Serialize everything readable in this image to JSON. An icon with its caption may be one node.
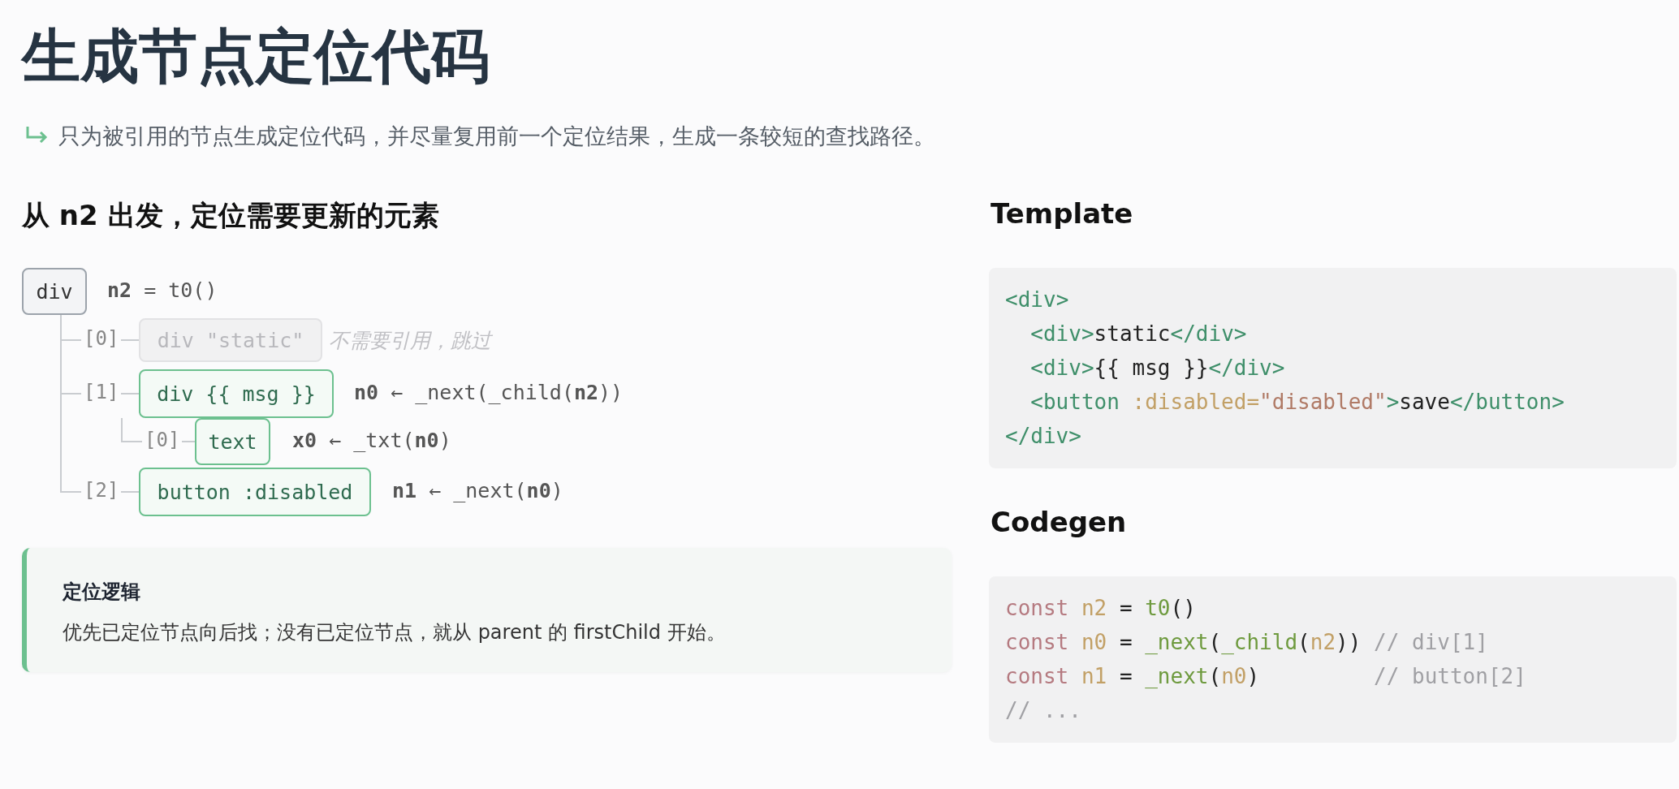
{
  "diagram": {
    "title": "生成节点定位代码",
    "nodes": [
      {
        "text": [
          "div"
        ],
        "beside": [
          "**n2** = t0()"
        ]
      },
      {
        "text": [
          "div \"static\""
        ],
        "beside": [
          "不需要引用，跳过"
        ]
      },
      {
        "text": [
          "div {{ msg }}"
        ],
        "beside": [
          "**n0** ← _next(_child(**n2**))"
        ]
      },
      {
        "text": [
          "text"
        ],
        "beside": [
          "**x0** ← _txt(**n0**)"
        ]
      },
      {
        "text": [
          "button :disabled"
        ],
        "beside": [
          "**n1** ← _next(**n0**)"
        ]
      },
      {
        "text": [
          "定位逻辑",
          "优先已定位节点向后找；没有已定位节点，就从 parent 的 firstChild 开始。"
        ]
      }
    ],
    "edges": [
      {
        "from": 0,
        "to": 1,
        "arrow": "none",
        "label": "[0]"
      },
      {
        "from": 0,
        "to": 2,
        "arrow": "none",
        "label": "[1]"
      },
      {
        "from": 2,
        "to": 3,
        "arrow": "none",
        "label": "[0]"
      },
      {
        "from": 0,
        "to": 4,
        "arrow": "none",
        "label": "[2]"
      }
    ],
    "labels": [
      "只为被引用的节点生成定位代码，并尽量复用前一个定位结果，生成一条较短的查找路径。",
      "从 n2 出发，定位需要更新的元素",
      "Template",
      "<div>",
      "  <div>static</div>",
      "  <div>{{ msg }}</div>",
      "  <button :disabled=\"disabled\">save</button>",
      "</div>",
      "Codegen",
      "const n2 = t0()",
      "const n0 = _next(_child(n2)) // div[1]",
      "const n1 = _next(n0)         // button[2]",
      "// ..."
    ]
  }
}
